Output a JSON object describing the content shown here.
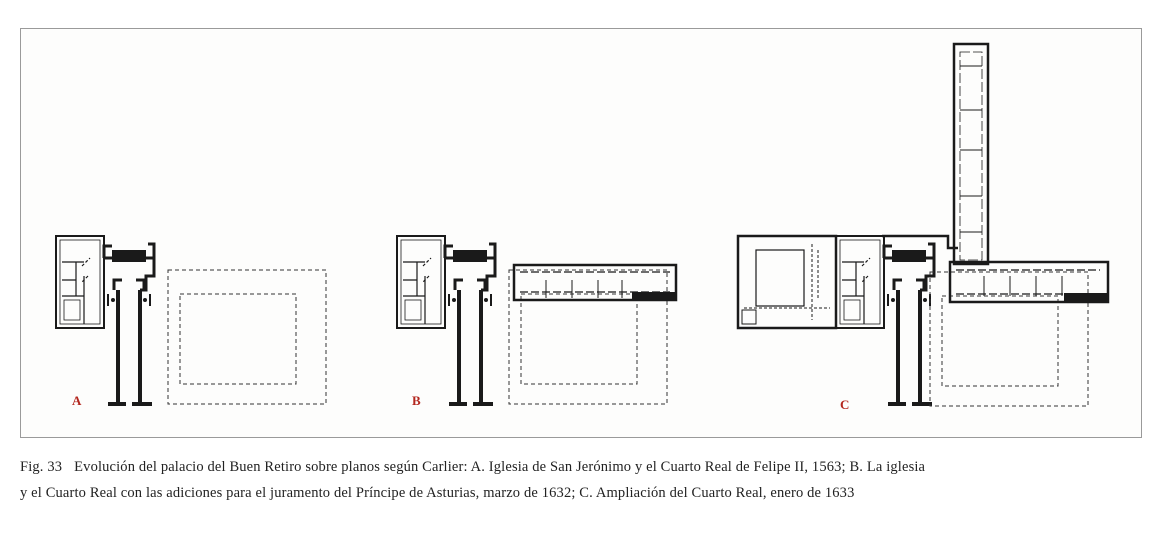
{
  "figure": {
    "labels": {
      "a": "A",
      "b": "B",
      "c": "C"
    }
  },
  "caption": {
    "figure_number": "Fig. 33",
    "line1": "Evolución del palacio del Buen Retiro sobre planos según Carlier: A. Iglesia de San Jerónimo y el Cuarto Real de Felipe II, 1563; B. La iglesia",
    "line2": "y el Cuarto Real con las adiciones para el juramento del Príncipe de Asturias, marzo de 1632; C. Ampliación del Cuarto Real, enero de 1633"
  },
  "colors": {
    "label_red": "#b3261e",
    "ink": "#1a1a1a",
    "frame": "#9a9a9a"
  }
}
